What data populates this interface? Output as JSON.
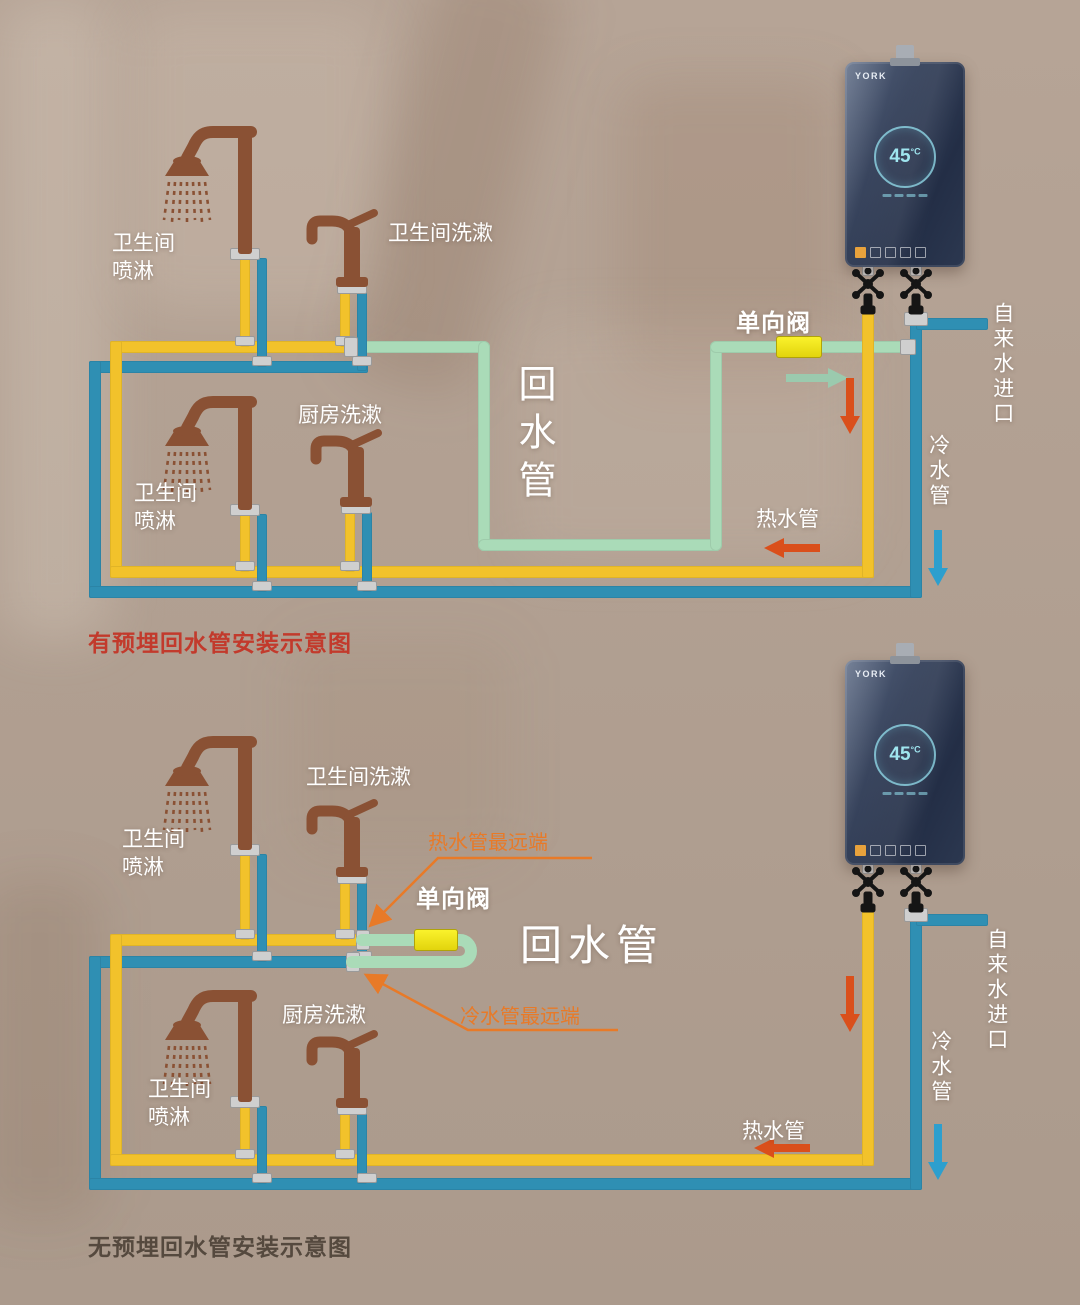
{
  "colors": {
    "background": "#b3a195",
    "hot_pipe": "#f2c22b",
    "cold_pipe": "#2f8fb3",
    "return_pipe": "#aadbb8",
    "check_valve_body": "#f5e815",
    "hot_arrow": "#da4f1b",
    "cold_arrow": "#2d9fce",
    "return_arrow": "#9bcaae",
    "callout_orange": "#e87a28",
    "caption_red": "#c23a2c",
    "caption_dark": "#55493e",
    "fixture_brown": "#8a5134",
    "heater_body": "#2b3850"
  },
  "heater": {
    "brand": "YORK",
    "display_temp": "45",
    "display_unit": "°C"
  },
  "top": {
    "caption": "有预埋回水管安装示意图",
    "labels": {
      "shower1": "卫生间\n喷淋",
      "shower2": "卫生间\n喷淋",
      "basin": "卫生间洗漱",
      "kitchen": "厨房洗漱",
      "return_pipe": "回水管",
      "check_valve": "单向阀",
      "hot_pipe": "热水管",
      "cold_pipe": "冷水管",
      "tap_inlet": "自来水进口"
    }
  },
  "bottom": {
    "caption": "无预埋回水管安装示意图",
    "labels": {
      "shower1": "卫生间\n喷淋",
      "shower2": "卫生间\n喷淋",
      "basin": "卫生间洗漱",
      "kitchen": "厨房洗漱",
      "hot_far_end": "热水管最远端",
      "check_valve": "单向阀",
      "return_pipe": "回水管",
      "cold_far_end": "冷水管最远端",
      "hot_pipe": "热水管",
      "cold_pipe": "冷水管",
      "tap_inlet": "自来水进口"
    }
  }
}
